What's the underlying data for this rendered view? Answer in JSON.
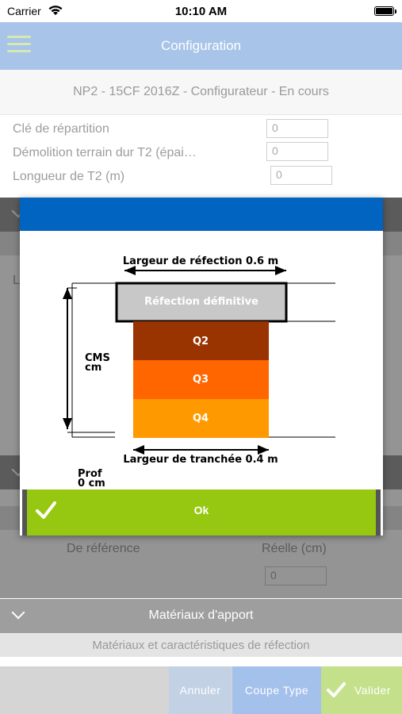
{
  "status_bar": {
    "carrier": "Carrier",
    "time": "10:10 AM"
  },
  "nav": {
    "title": "Configuration"
  },
  "sub_header": {
    "text": "NP2 - 15CF 2016Z - Configurateur - En cours"
  },
  "form": {
    "fields": [
      {
        "label": "Clé de répartition",
        "value": "0"
      },
      {
        "label": "Démolition terrain dur T2 (épai…",
        "value": "0"
      },
      {
        "label": "Longueur de T2 (m)",
        "value": "0"
      }
    ]
  },
  "background_content": {
    "partial_label": "L",
    "col_reference": "De référence",
    "col_reelle": "Réelle (cm)",
    "reelle_value": "0"
  },
  "section_apport": {
    "title": "Matériaux d'apport",
    "subtitle": "Matériaux et caractéristiques de réfection"
  },
  "toolbar": {
    "cancel_label": "Annuler",
    "coupe_label": "Coupe Type",
    "valider_label": "Valider"
  },
  "modal": {
    "ok_label": "Ok",
    "diagram": {
      "refection_width_label": "Largeur de réfection 0.6 m",
      "refection_layer_label": "Réfection définitive",
      "layers": [
        "Q2",
        "Q3",
        "Q4"
      ],
      "layer_colors": [
        "#993300",
        "#ff6600",
        "#ff9900"
      ],
      "trench_width_label": "Largeur de tranchée 0.4 m",
      "cms_label": "CMS",
      "cms_unit": "cm",
      "prof_label": "Prof",
      "prof_value": "0 cm"
    }
  },
  "colors": {
    "nav_bg": "#a8c4e8",
    "modal_header": "#0064c0",
    "ok_button": "#96c812",
    "refection_layer": "#c8c8c8"
  }
}
